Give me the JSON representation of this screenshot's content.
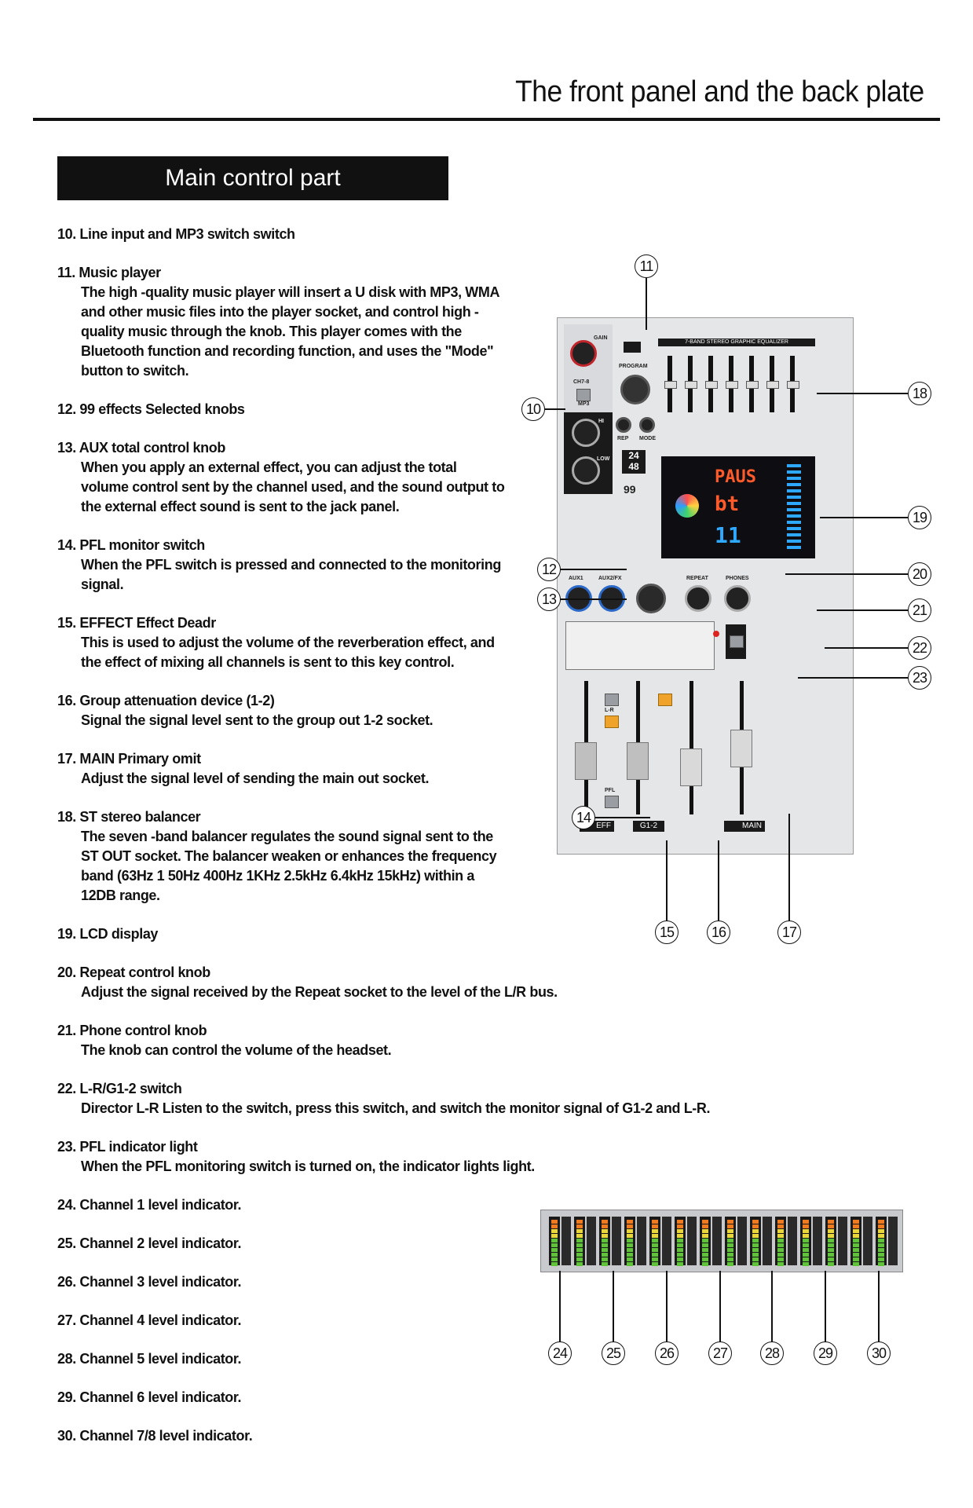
{
  "header": {
    "title": "The front panel and the back plate",
    "section": "Main control part"
  },
  "items": [
    {
      "title": "10. Line input and MP3 switch switch",
      "desc": ""
    },
    {
      "title": "11. Music player",
      "desc": "The high -quality music player will insert a U disk with MP3, WMA and other music files into the player socket, and control high -quality music through the knob. This player comes with the Bluetooth function and recording function, and uses the \"Mode\" button to switch."
    },
    {
      "title": "12. 99 effects Selected knobs",
      "desc": ""
    },
    {
      "title": "13. AUX total control knob",
      "desc": "When you apply an external effect, you can adjust the total volume control sent by the channel used, and the sound output to the external effect sound is sent to the jack panel."
    },
    {
      "title": "14. PFL monitor switch",
      "desc": "When the PFL switch is pressed and connected to the monitoring signal."
    },
    {
      "title": "15. EFFECT Effect Deadr",
      "desc": "This is used to adjust the volume of the reverberation effect, and the effect of mixing all channels is sent to this key control."
    },
    {
      "title": "16. Group attenuation device (1-2)",
      "desc": "Signal the signal level sent to the group out 1-2 socket."
    },
    {
      "title": "17. MAIN Primary omit",
      "desc": "Adjust the signal level of sending the main out socket."
    },
    {
      "title": "18. ST stereo balancer",
      "desc": "The seven -band balancer regulates the sound signal sent to the ST OUT socket. The balancer weaken or enhances the frequency band (63Hz 1 50Hz 400Hz 1KHz 2.5kHz 6.4kHz 15kHz) within a 12DB range."
    },
    {
      "title": "19. LCD display",
      "desc": ""
    },
    {
      "title": "20. Repeat control knob",
      "desc": "Adjust the signal received by the Repeat socket to the level of the L/R bus."
    },
    {
      "title": "21. Phone control knob",
      "desc": "The knob can control the volume of the headset."
    },
    {
      "title": "22. L-R/G1-2 switch",
      "desc": "Director L-R Listen to the switch, press this switch, and switch the monitor signal of G1-2 and L-R."
    },
    {
      "title": "23. PFL indicator light",
      "desc": "When the PFL monitoring switch is turned on, the indicator lights light."
    },
    {
      "title": "24. Channel 1 level indicator.",
      "desc": ""
    },
    {
      "title": "25. Channel 2 level indicator.",
      "desc": ""
    },
    {
      "title": "26. Channel 3 level indicator.",
      "desc": ""
    },
    {
      "title": "27. Channel 4 level indicator.",
      "desc": ""
    },
    {
      "title": "28. Channel 5 level indicator.",
      "desc": ""
    },
    {
      "title": "29. Channel 6 level indicator.",
      "desc": ""
    },
    {
      "title": "30. Channel 7/8 level indicator.",
      "desc": ""
    }
  ],
  "mixer": {
    "eq_title": "7-BAND STEREO GRAPHIC EQUALIZER",
    "lcd_line1": "PAUS",
    "lcd_line2": "bt",
    "lcd_line3": "11",
    "label_gain": "GAIN",
    "label_program": "PROGRAM",
    "label_rep": "REP",
    "label_mode": "MODE",
    "label_aux1": "AUX1",
    "label_aux2": "AUX2/FX",
    "label_repeat": "REPEAT",
    "label_phones": "PHONES",
    "label_eff": "EFF",
    "label_g12": "G1-2",
    "label_main": "MAIN",
    "label_mp3": "MP3",
    "label_ch78": "CH7-8",
    "label_hi": "HI",
    "label_low": "LOW",
    "label_24": "24",
    "label_48": "48",
    "label_99": "99",
    "label_lr": "L-R",
    "label_pfl": "PFL"
  },
  "callouts": {
    "c10": "10",
    "c11": "11",
    "c12": "12",
    "c13": "13",
    "c14": "14",
    "c15": "15",
    "c16": "16",
    "c17": "17",
    "c18": "18",
    "c19": "19",
    "c20": "20",
    "c21": "21",
    "c22": "22",
    "c23": "23",
    "c24": "24",
    "c25": "25",
    "c26": "26",
    "c27": "27",
    "c28": "28",
    "c29": "29",
    "c30": "30"
  }
}
